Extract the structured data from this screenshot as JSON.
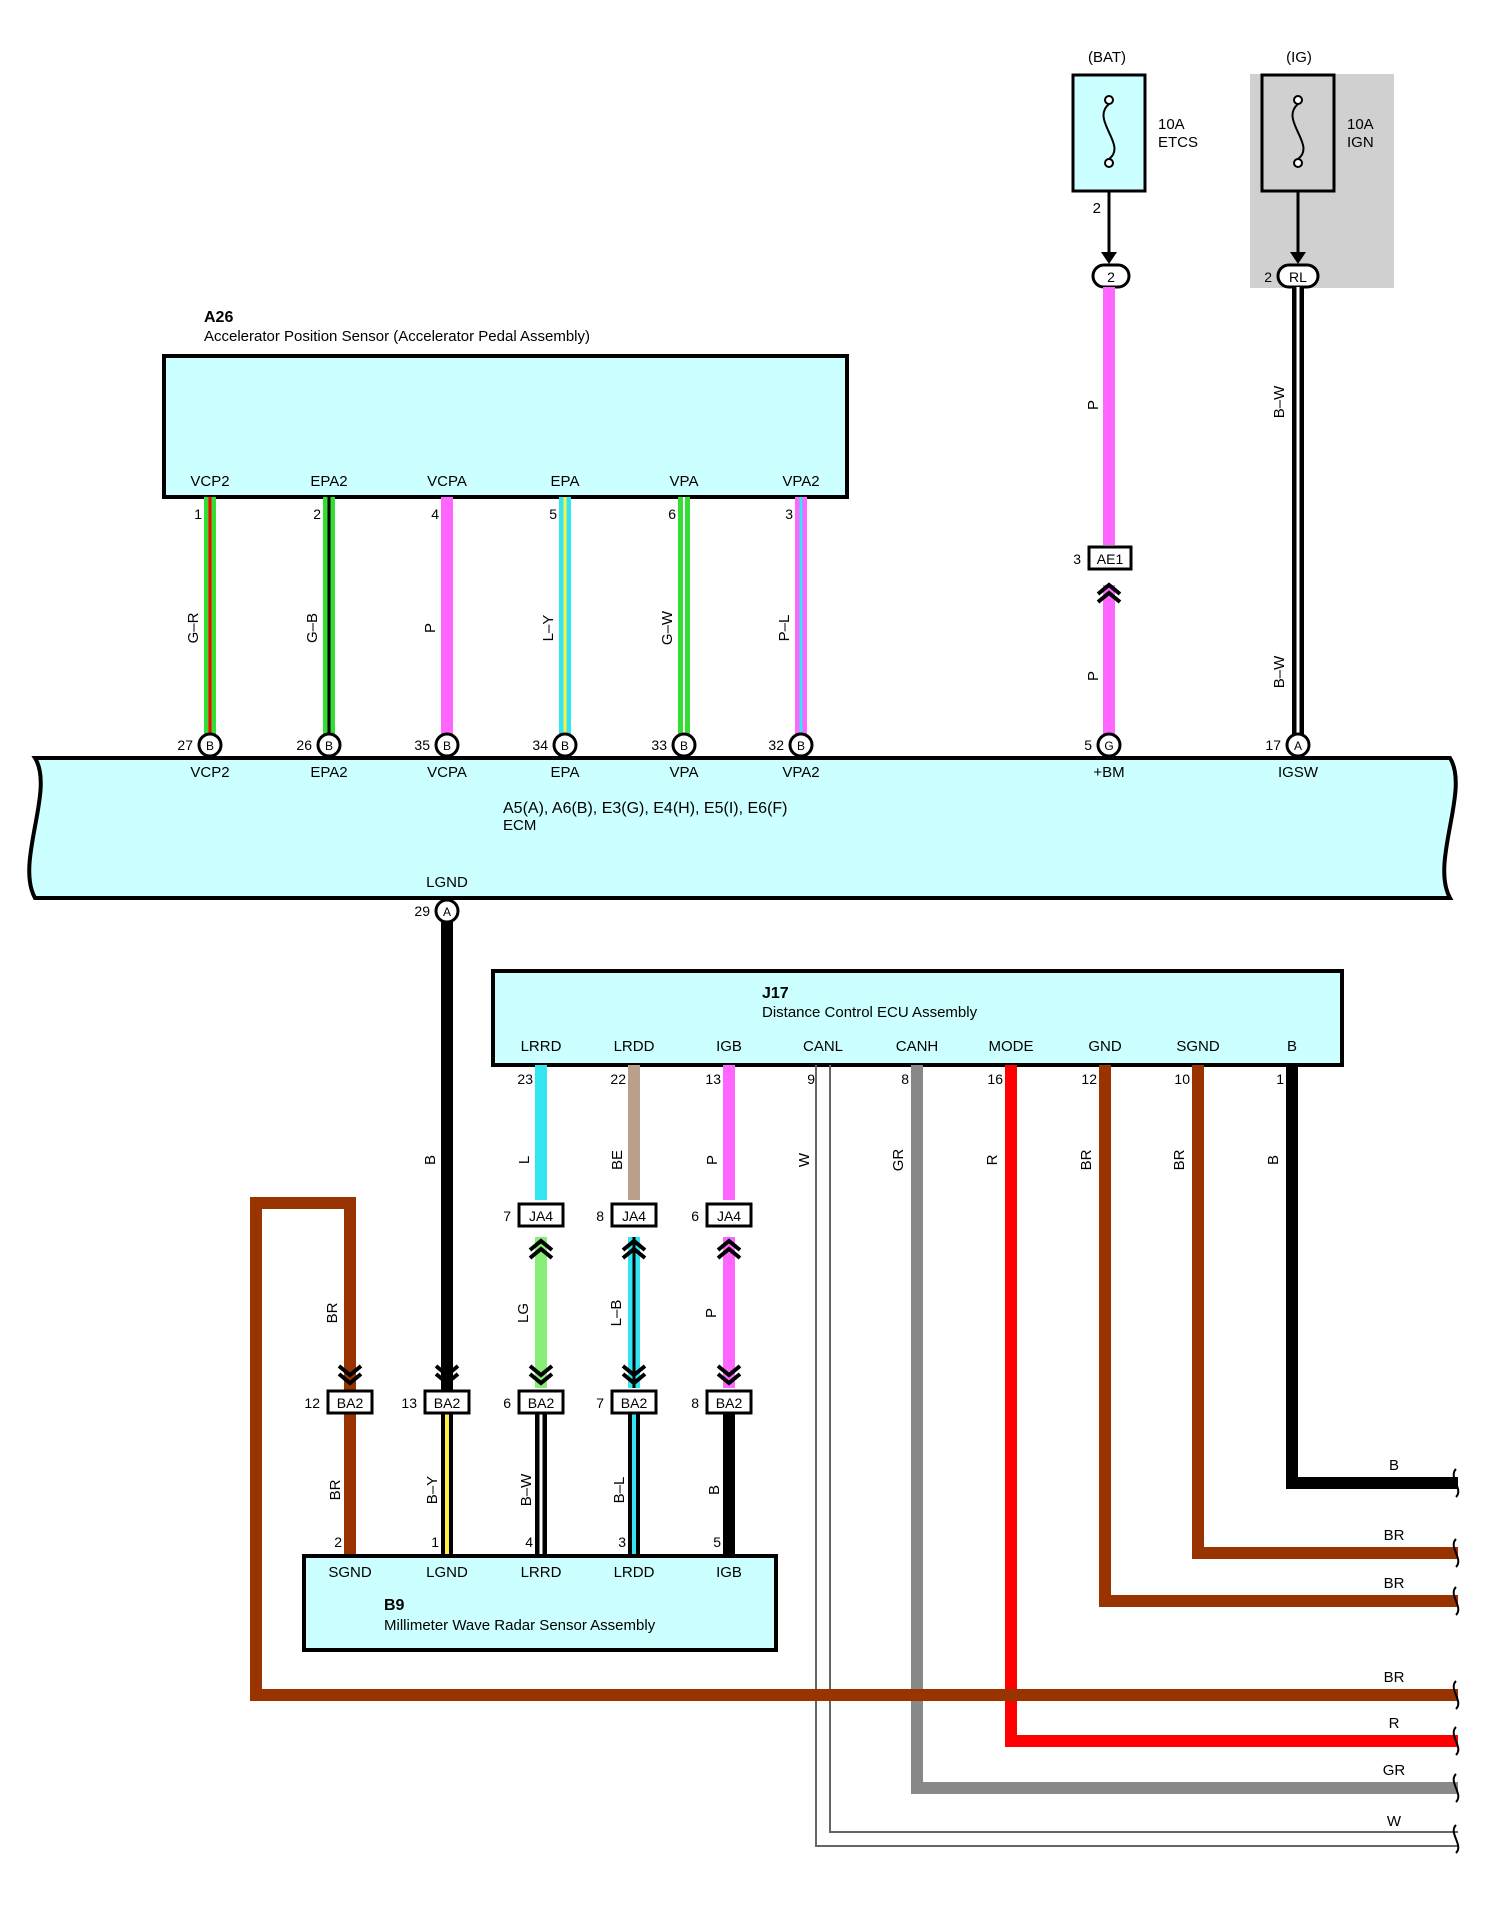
{
  "colors": {
    "box_fill": "#ccffff",
    "relay_fill": "#d0d0d0",
    "pink": "#ff66ff",
    "green": "#33dd33",
    "light_green": "#88ee77",
    "cyan": "#33e5f0",
    "beige": "#b8a08c",
    "brown": "#993300",
    "red": "#ff0000",
    "gray": "#888888",
    "black": "#000000",
    "yellow": "#ffee44"
  },
  "fuses": [
    {
      "source": "(BAT)",
      "line1": "10A",
      "line2": "ETCS",
      "pin": "2"
    },
    {
      "source": "(IG)",
      "line1": "10A",
      "line2": "IGN",
      "pin": "2"
    }
  ],
  "connectors": {
    "ecm_bm_pin": "2",
    "ig_relay": "RL",
    "ae1_pin": "3",
    "ae1": "AE1"
  },
  "a26": {
    "code": "A26",
    "name": "Accelerator Position Sensor (Accelerator Pedal Assembly)",
    "terminals": [
      "VCP2",
      "EPA2",
      "VCPA",
      "EPA",
      "VPA",
      "VPA2"
    ],
    "pins": [
      "1",
      "2",
      "4",
      "5",
      "6",
      "3"
    ]
  },
  "ecm": {
    "connectors": "A5(A), A6(B), E3(G), E4(H), E5(I), E6(F)",
    "name": "ECM",
    "top_terminals": [
      "VCP2",
      "EPA2",
      "VCPA",
      "EPA",
      "VPA",
      "VPA2",
      "+BM",
      "IGSW"
    ],
    "top_pins": [
      "27",
      "26",
      "35",
      "34",
      "33",
      "32",
      "5",
      "17"
    ],
    "top_conns": [
      "B",
      "B",
      "B",
      "B",
      "B",
      "B",
      "G",
      "A"
    ],
    "lgnd_terminal": "LGND",
    "lgnd_pin": "29",
    "lgnd_conn": "A"
  },
  "wire_colors": {
    "a26": [
      "G–R",
      "G–B",
      "P",
      "L–Y",
      "G–W",
      "P–L"
    ],
    "bm_upper": "P",
    "bm_lower": "P",
    "igsw_upper": "B–W",
    "igsw_lower": "B–W",
    "lgnd": "B",
    "j17": [
      "L",
      "BE",
      "P",
      "W",
      "GR",
      "R",
      "BR",
      "BR",
      "B"
    ],
    "ja4_ba2": [
      "BR",
      "LG",
      "L–B",
      "P"
    ],
    "b9": [
      "BR",
      "B–Y",
      "B–W",
      "B–L",
      "B"
    ]
  },
  "j17": {
    "code": "J17",
    "name": "Distance Control ECU Assembly",
    "terminals": [
      "LRRD",
      "LRDD",
      "IGB",
      "CANL",
      "CANH",
      "MODE",
      "GND",
      "SGND",
      "B"
    ],
    "pins": [
      "23",
      "22",
      "13",
      "9",
      "8",
      "16",
      "12",
      "10",
      "1"
    ]
  },
  "ja4": {
    "label": "JA4",
    "pins": [
      "7",
      "8",
      "6"
    ]
  },
  "ba2": {
    "label": "BA2",
    "pins": [
      "12",
      "13",
      "6",
      "7",
      "8"
    ]
  },
  "b9": {
    "code": "B9",
    "name": "Millimeter Wave Radar Sensor Assembly",
    "terminals": [
      "SGND",
      "LGND",
      "LRRD",
      "LRDD",
      "IGB"
    ],
    "pins": [
      "2",
      "1",
      "4",
      "3",
      "5"
    ]
  },
  "right_exits": [
    "B",
    "BR",
    "BR",
    "BR",
    "R",
    "GR",
    "W"
  ]
}
